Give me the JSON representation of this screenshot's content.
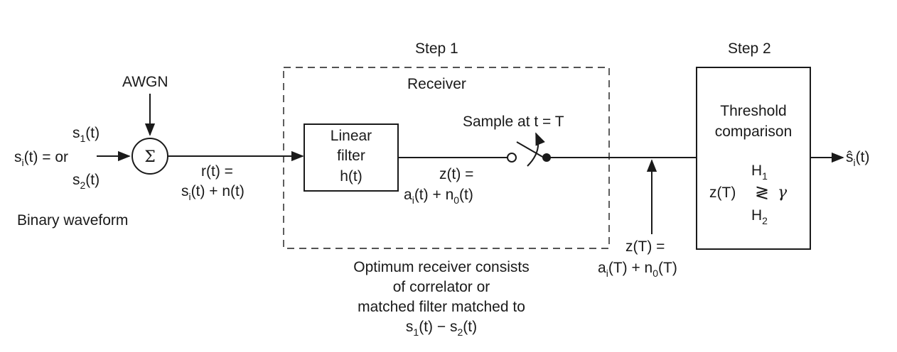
{
  "input": {
    "s1_main": "s",
    "s1_sub": "1",
    "s1_tail": "(t)",
    "si_main": "s",
    "si_sub": "i",
    "si_tail": "(t) = or",
    "s2_main": "s",
    "s2_sub": "2",
    "s2_tail": "(t)",
    "awgn": "AWGN",
    "sum_symbol": "Σ",
    "binary_waveform": "Binary waveform"
  },
  "signal_r": {
    "line1": "r(t) =",
    "line2_main": "s",
    "line2_sub": "i",
    "line2_tail": "(t) + n(t)"
  },
  "step1": {
    "title": "Step 1",
    "receiver": "Receiver",
    "filter_line1": "Linear",
    "filter_line2": "filter",
    "filter_line3": "h(t)",
    "sample": "Sample at t = T",
    "z_line1": "z(t) =",
    "z_a": "a",
    "z_a_sub": "i",
    "z_mid": "(t) + n",
    "z_n_sub": "0",
    "z_tail": "(t)",
    "note_line1": "Optimum receiver consists",
    "note_line2": "of correlator or",
    "note_line3": "matched filter matched to",
    "note_s1": "s",
    "note_s1_sub": "1",
    "note_mid": "(t) − s",
    "note_s2_sub": "2",
    "note_tail": "(t)"
  },
  "zT": {
    "line1": "z(T) =",
    "a": "a",
    "a_sub": "i",
    "mid": "(T) + n",
    "n_sub": "0",
    "tail": "(T)"
  },
  "step2": {
    "title": "Step 2",
    "line1": "Threshold",
    "line2": "comparison",
    "h1_main": "H",
    "h1_sub": "1",
    "z_expr": "z(T)",
    "compare_symbol": "≷",
    "gamma": "γ",
    "h2_main": "H",
    "h2_sub": "2"
  },
  "output": {
    "hat_main": "ŝ",
    "hat_sub": "i",
    "hat_tail": "(t)"
  }
}
